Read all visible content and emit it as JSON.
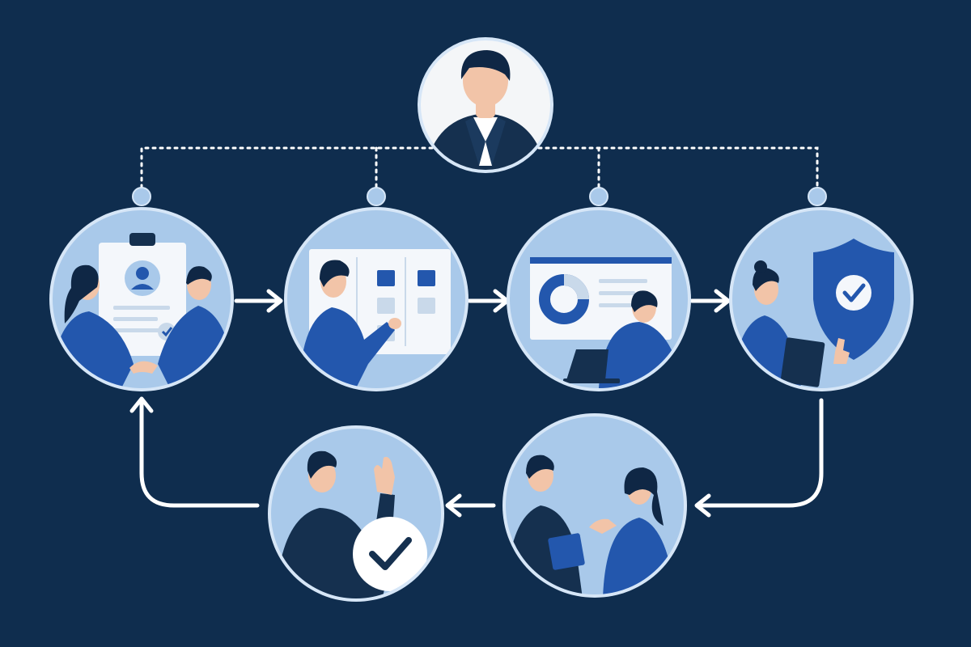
{
  "diagram": {
    "kind": "process-cycle",
    "colors": {
      "background": "#0f2d4e",
      "node_fill": "#a9c9ea",
      "node_ring": "#d6e6f7",
      "accent_blue": "#2357ad",
      "dark_navy": "#15304f",
      "white": "#ffffff",
      "skin": "#f2c4a8",
      "hair": "#0f2745",
      "connector": "#ffffff"
    },
    "central_node": {
      "id": "manager",
      "icon": "manager-avatar-icon"
    },
    "steps": [
      {
        "id": "agreement",
        "icon": "handshake-contract-icon"
      },
      {
        "id": "planning",
        "icon": "task-board-icon"
      },
      {
        "id": "analysis",
        "icon": "dashboard-analytics-icon"
      },
      {
        "id": "compliance",
        "icon": "shield-check-icon"
      },
      {
        "id": "review",
        "icon": "discussion-icon"
      },
      {
        "id": "approval",
        "icon": "approved-check-icon"
      }
    ],
    "flow": [
      [
        "agreement",
        "planning"
      ],
      [
        "planning",
        "analysis"
      ],
      [
        "analysis",
        "compliance"
      ],
      [
        "compliance",
        "review"
      ],
      [
        "review",
        "approval"
      ],
      [
        "approval",
        "agreement"
      ]
    ],
    "supervision": {
      "style": "dotted",
      "from": "manager",
      "to": [
        "agreement",
        "planning",
        "analysis",
        "compliance"
      ]
    }
  }
}
